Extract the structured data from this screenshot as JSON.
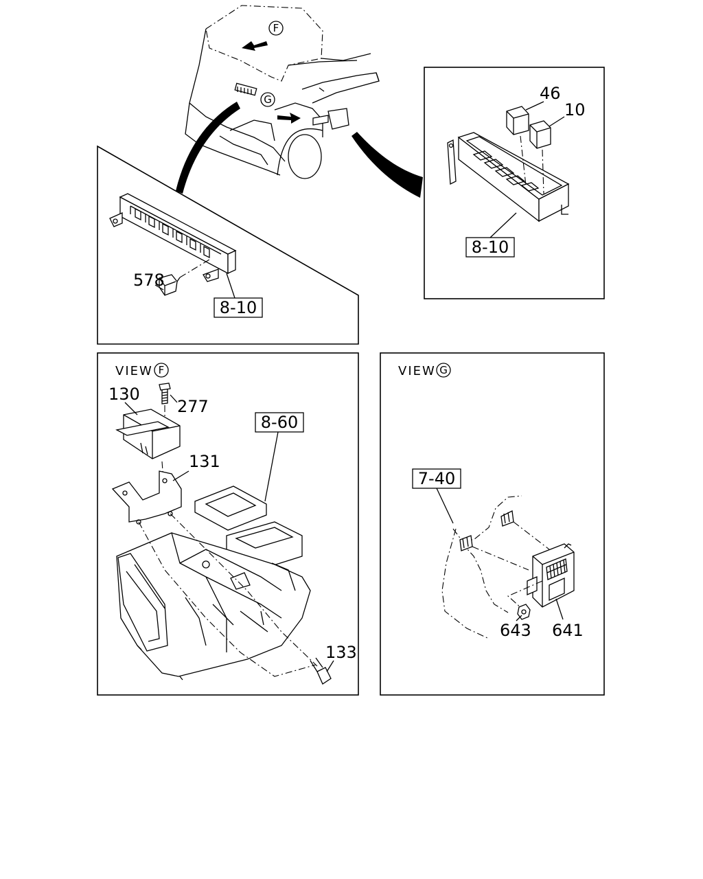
{
  "labels": {
    "p578": "578",
    "p46": "46",
    "p10": "10",
    "p130": "130",
    "p277": "277",
    "p131": "131",
    "p133": "133",
    "p643": "643",
    "p641": "641"
  },
  "refs": {
    "left_box": "8-10",
    "right_box": "8-10",
    "heater_unit": "8-60",
    "view_g": "7-40"
  },
  "views": {
    "f_text": "VIEW",
    "f_letter": "F",
    "g_text": "VIEW",
    "g_letter": "G"
  },
  "markers": {
    "f": "F",
    "g": "G"
  }
}
